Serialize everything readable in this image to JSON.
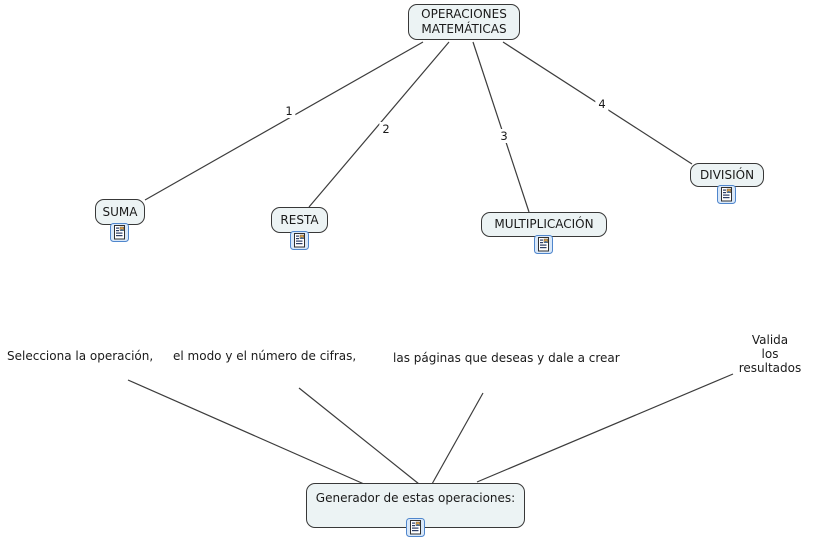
{
  "diagram": {
    "type": "concept-map",
    "background": "#ffffff",
    "node_fill": "#ecf3f4",
    "node_border": "#383838",
    "line_color": "#3c3c3c"
  },
  "nodes": {
    "root": {
      "label": "OPERACIONES MATEMÁTICAS"
    },
    "suma": {
      "label": "SUMA"
    },
    "resta": {
      "label": "RESTA"
    },
    "multiplicacion": {
      "label": "MULTIPLICACIÓN"
    },
    "division": {
      "label": "DIVISIÓN"
    },
    "generador": {
      "label": "Generador de estas operaciones:"
    }
  },
  "link_labels": {
    "suma": "1",
    "resta": "2",
    "multiplicacion": "3",
    "division": "4"
  },
  "phrases": {
    "selecciona": "Selecciona la operación,",
    "modo": "el modo y el número de cifras,",
    "paginas": "las páginas que deseas y dale a crear",
    "valida": "Valida\nlos\nresultados"
  },
  "icons": {
    "resource_icon": "document-with-image-icon"
  }
}
